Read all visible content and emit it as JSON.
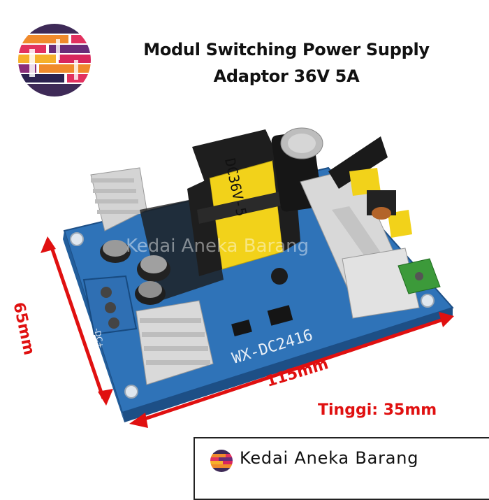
{
  "header": {
    "title_line1": "Modul Switching Power Supply",
    "title_line2": "Adaptor 36V 5A"
  },
  "dimensions": {
    "width_label": "115mm",
    "height_label": "65mm",
    "tinggi_label": "Tinggi: 35mm"
  },
  "board": {
    "transformer_label": "DC36V-5",
    "pcb_label": "WX-DC2416",
    "terminal_label": "-DC+",
    "watermark": "Kedai Aneka Barang"
  },
  "brand": {
    "name": "Kedai Aneka Barang"
  },
  "colors": {
    "pcb": "#2f73b8",
    "arrow": "#e01010",
    "heatsink": "#d8d8d8",
    "transformer_tape": "#f2d21a"
  }
}
